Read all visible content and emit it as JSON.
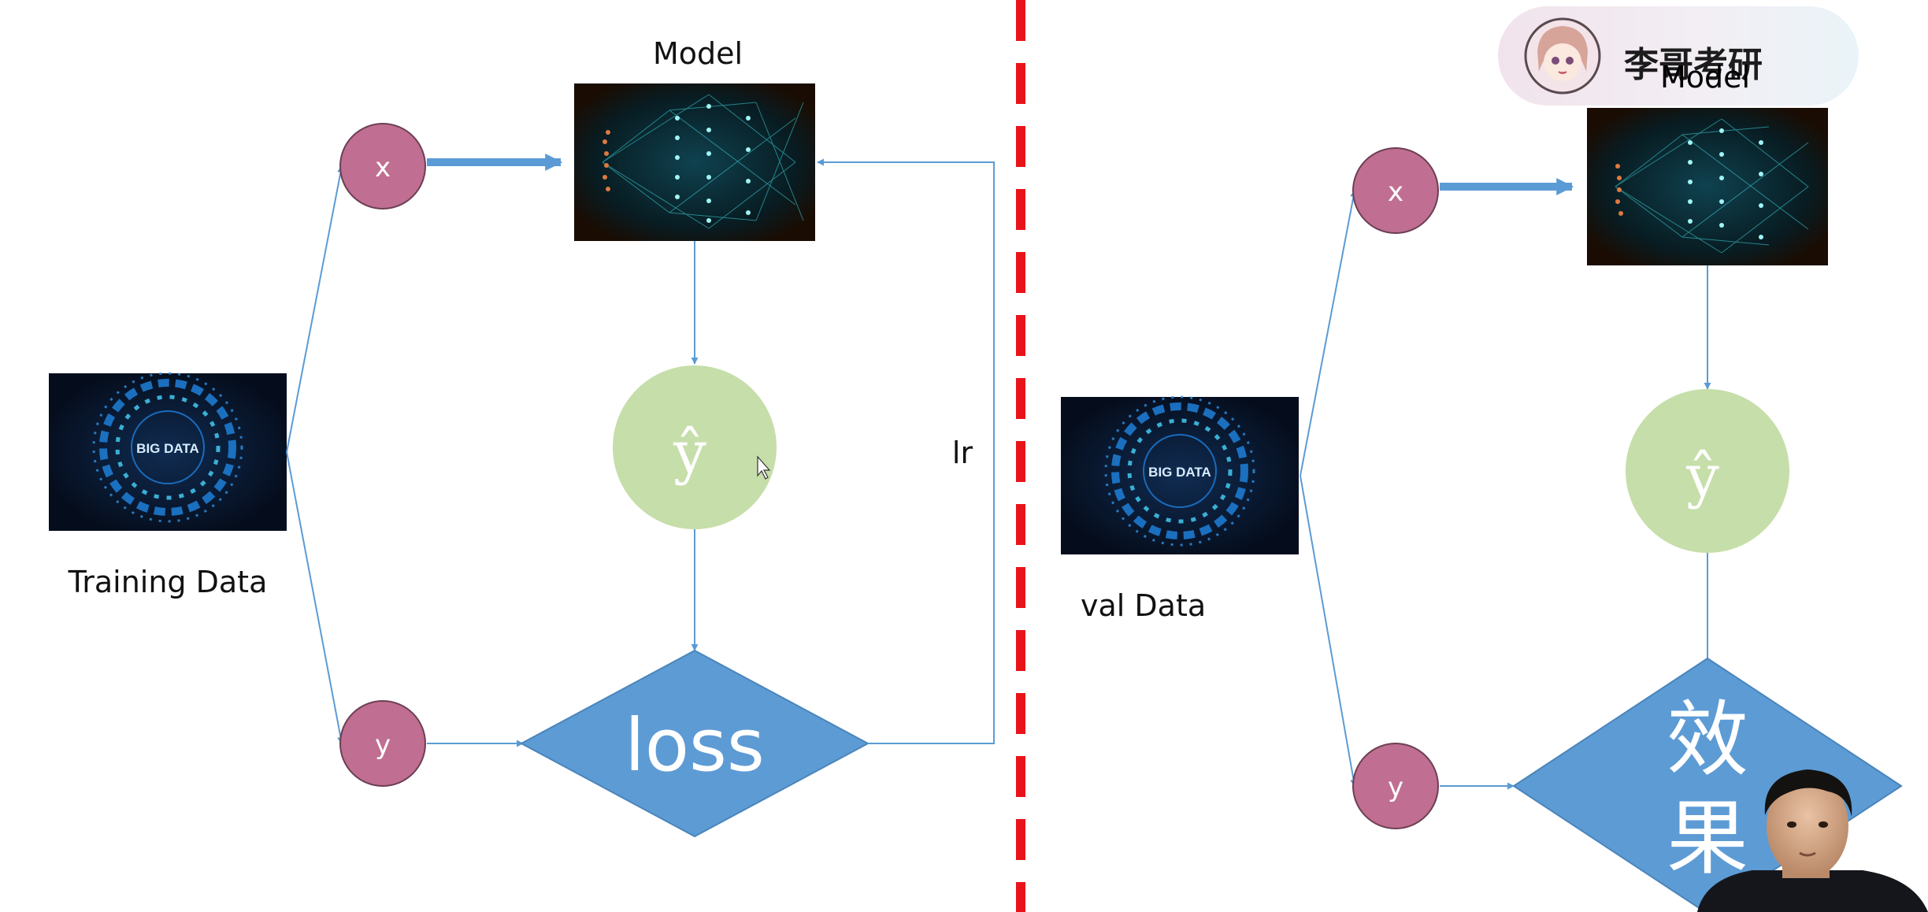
{
  "left_panel": {
    "model_label": "Model",
    "x_node": "x",
    "yhat_node": "ŷ",
    "y_node": "y",
    "loss_node": "loss",
    "lr_label": "lr",
    "data_image_text": "BIG DATA",
    "data_label": "Training Data"
  },
  "right_panel": {
    "model_label": "Model",
    "x_node": "x",
    "yhat_node": "ŷ",
    "y_node": "y",
    "effect_node_line1": "效",
    "effect_node_line2": "果",
    "data_image_text": "BIG DATA",
    "data_label": "val Data"
  },
  "overlay": {
    "channel_name": "李哥考研"
  },
  "colors": {
    "pink_node": "#c06e92",
    "green_node": "#c6dea9",
    "blue_shape": "#5d9bd5",
    "arrow": "#5b9bd5",
    "divider": "#e8141a"
  }
}
